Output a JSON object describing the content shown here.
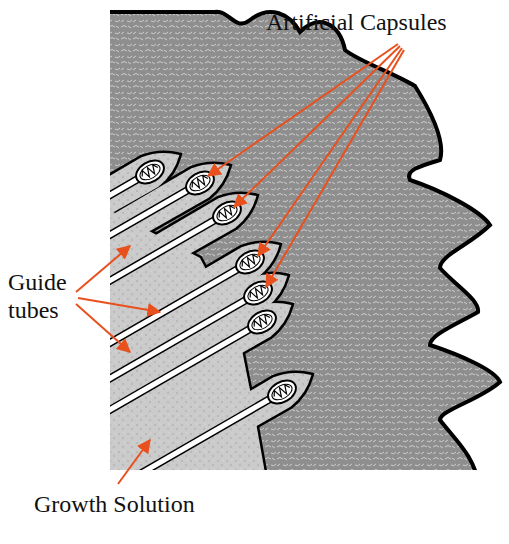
{
  "diagram": {
    "labels": [
      "Artificial Capsules",
      "Guide tubes",
      "Growth Solution"
    ]
  }
}
